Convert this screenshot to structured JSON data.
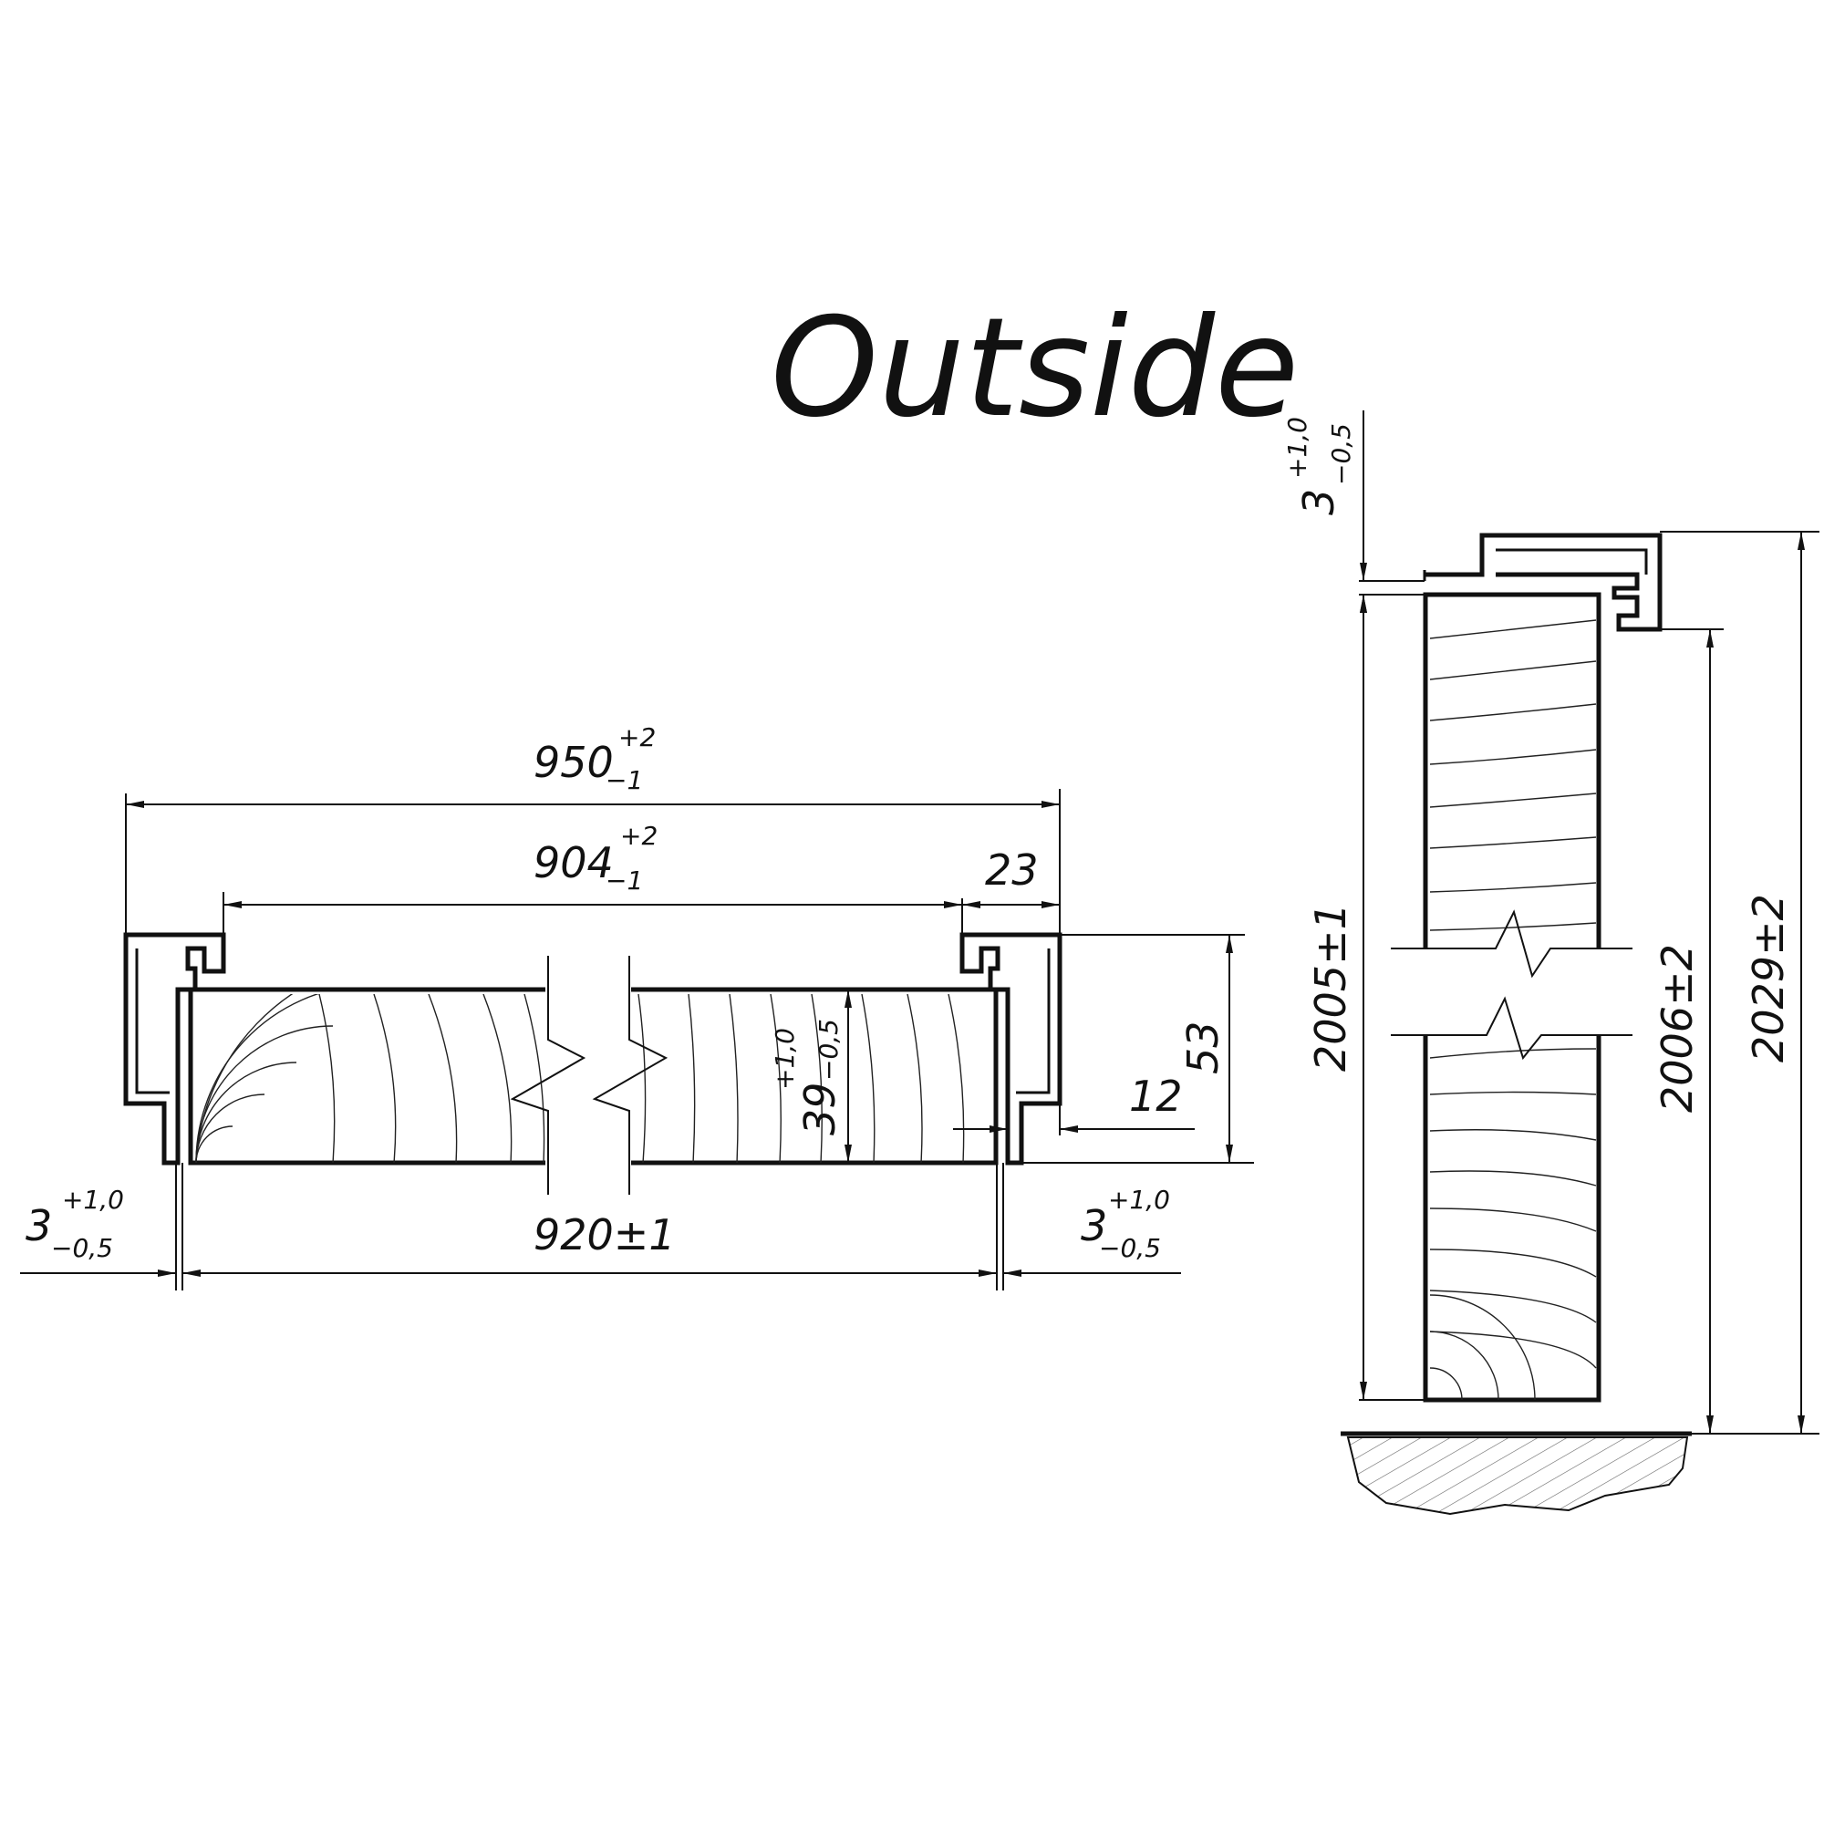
{
  "title": "Outside",
  "plan_view": {
    "overall_width": {
      "value": "950",
      "tol_plus": "+2",
      "tol_minus": "−1"
    },
    "leaf_width": {
      "value": "904",
      "tol_plus": "+2",
      "tol_minus": "−1"
    },
    "frame_profile_width": "23",
    "frame_depth": "53",
    "leaf_thickness": {
      "value": "39",
      "tol_plus": "+1,0",
      "tol_minus": "−0,5"
    },
    "offset": "12",
    "opening_width": "920±1",
    "gap_left": {
      "value": "3",
      "tol_plus": "+1,0",
      "tol_minus": "−0,5"
    },
    "gap_right": {
      "value": "3",
      "tol_plus": "+1,0",
      "tol_minus": "−0,5"
    }
  },
  "section_view": {
    "top_gap": {
      "value": "3",
      "tol_plus": "+1,0",
      "tol_minus": "−0,5"
    },
    "leaf_height": "2005±1",
    "opening_height": "2006±2",
    "overall_height": "2029±2"
  }
}
